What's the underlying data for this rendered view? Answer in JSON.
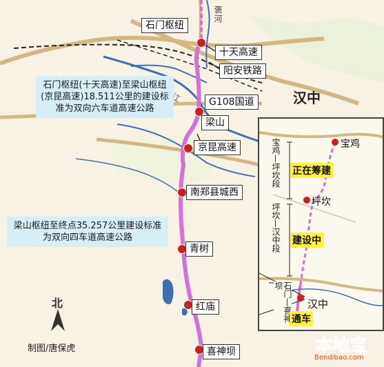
{
  "labels": {
    "shimen": "石门枢纽",
    "shitian": "十天高速",
    "yangan": "阳安铁路",
    "g108": "G108国道",
    "liangshan": "梁山",
    "jingkun": "京昆高速",
    "nanzheng": "南郑县城西",
    "qingshu": "青树",
    "hongmiao": "红庙",
    "xishenba": "喜神坝"
  },
  "city": "汉中",
  "rivers": {
    "baohe": "褒河",
    "hanjiang": "汉江"
  },
  "notes": {
    "north": "石门枢纽(十天高速)至梁山枢纽(京昆高速)18.511公里的建设标准为双向六车道高速公路",
    "south": "梁山枢纽至终点35.257公里建设标准为双向四车道高速公路"
  },
  "inset": {
    "cities": {
      "baoji": "宝鸡",
      "pingkan": "坪坎",
      "hanzhong": "汉中"
    },
    "sections": {
      "bp": "宝鸡—坪坎段",
      "ph": "坪坎—汉中段",
      "sx": "石门—喜神坝"
    },
    "status": {
      "planning": "正在筹建",
      "construction": "建设中",
      "open": "通车"
    }
  },
  "compass": "北",
  "credit": "制图/唐保虎",
  "logo": {
    "name": "本地宝",
    "url": "Bendibao.com"
  },
  "colors": {
    "route": "#d66fd8",
    "station": "#cc1f1f",
    "note_bg": "#d7eef7",
    "status_bg": "#fff23a",
    "road": "#d4b883",
    "river": "#3f6fb0"
  }
}
